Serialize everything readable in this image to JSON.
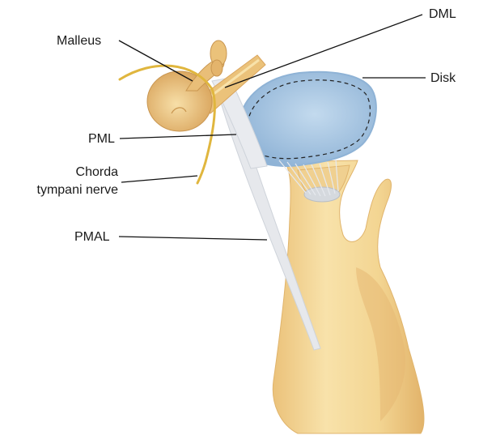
{
  "labels": {
    "malleus": "Malleus",
    "dml": "DML",
    "disk": "Disk",
    "pml": "PML",
    "chorda_line1": "Chorda",
    "chorda_line2": "tympani nerve",
    "pmal": "PMAL"
  },
  "colors": {
    "bone_light": "#F6DDA0",
    "bone_mid": "#EBC27A",
    "bone_shadow": "#D9A45C",
    "disk_fill": "#A9C8E3",
    "disk_edge": "#8FB3D6",
    "ligament": "#E4E7EC",
    "nerve": "#E0B63E",
    "leader": "#111111"
  }
}
